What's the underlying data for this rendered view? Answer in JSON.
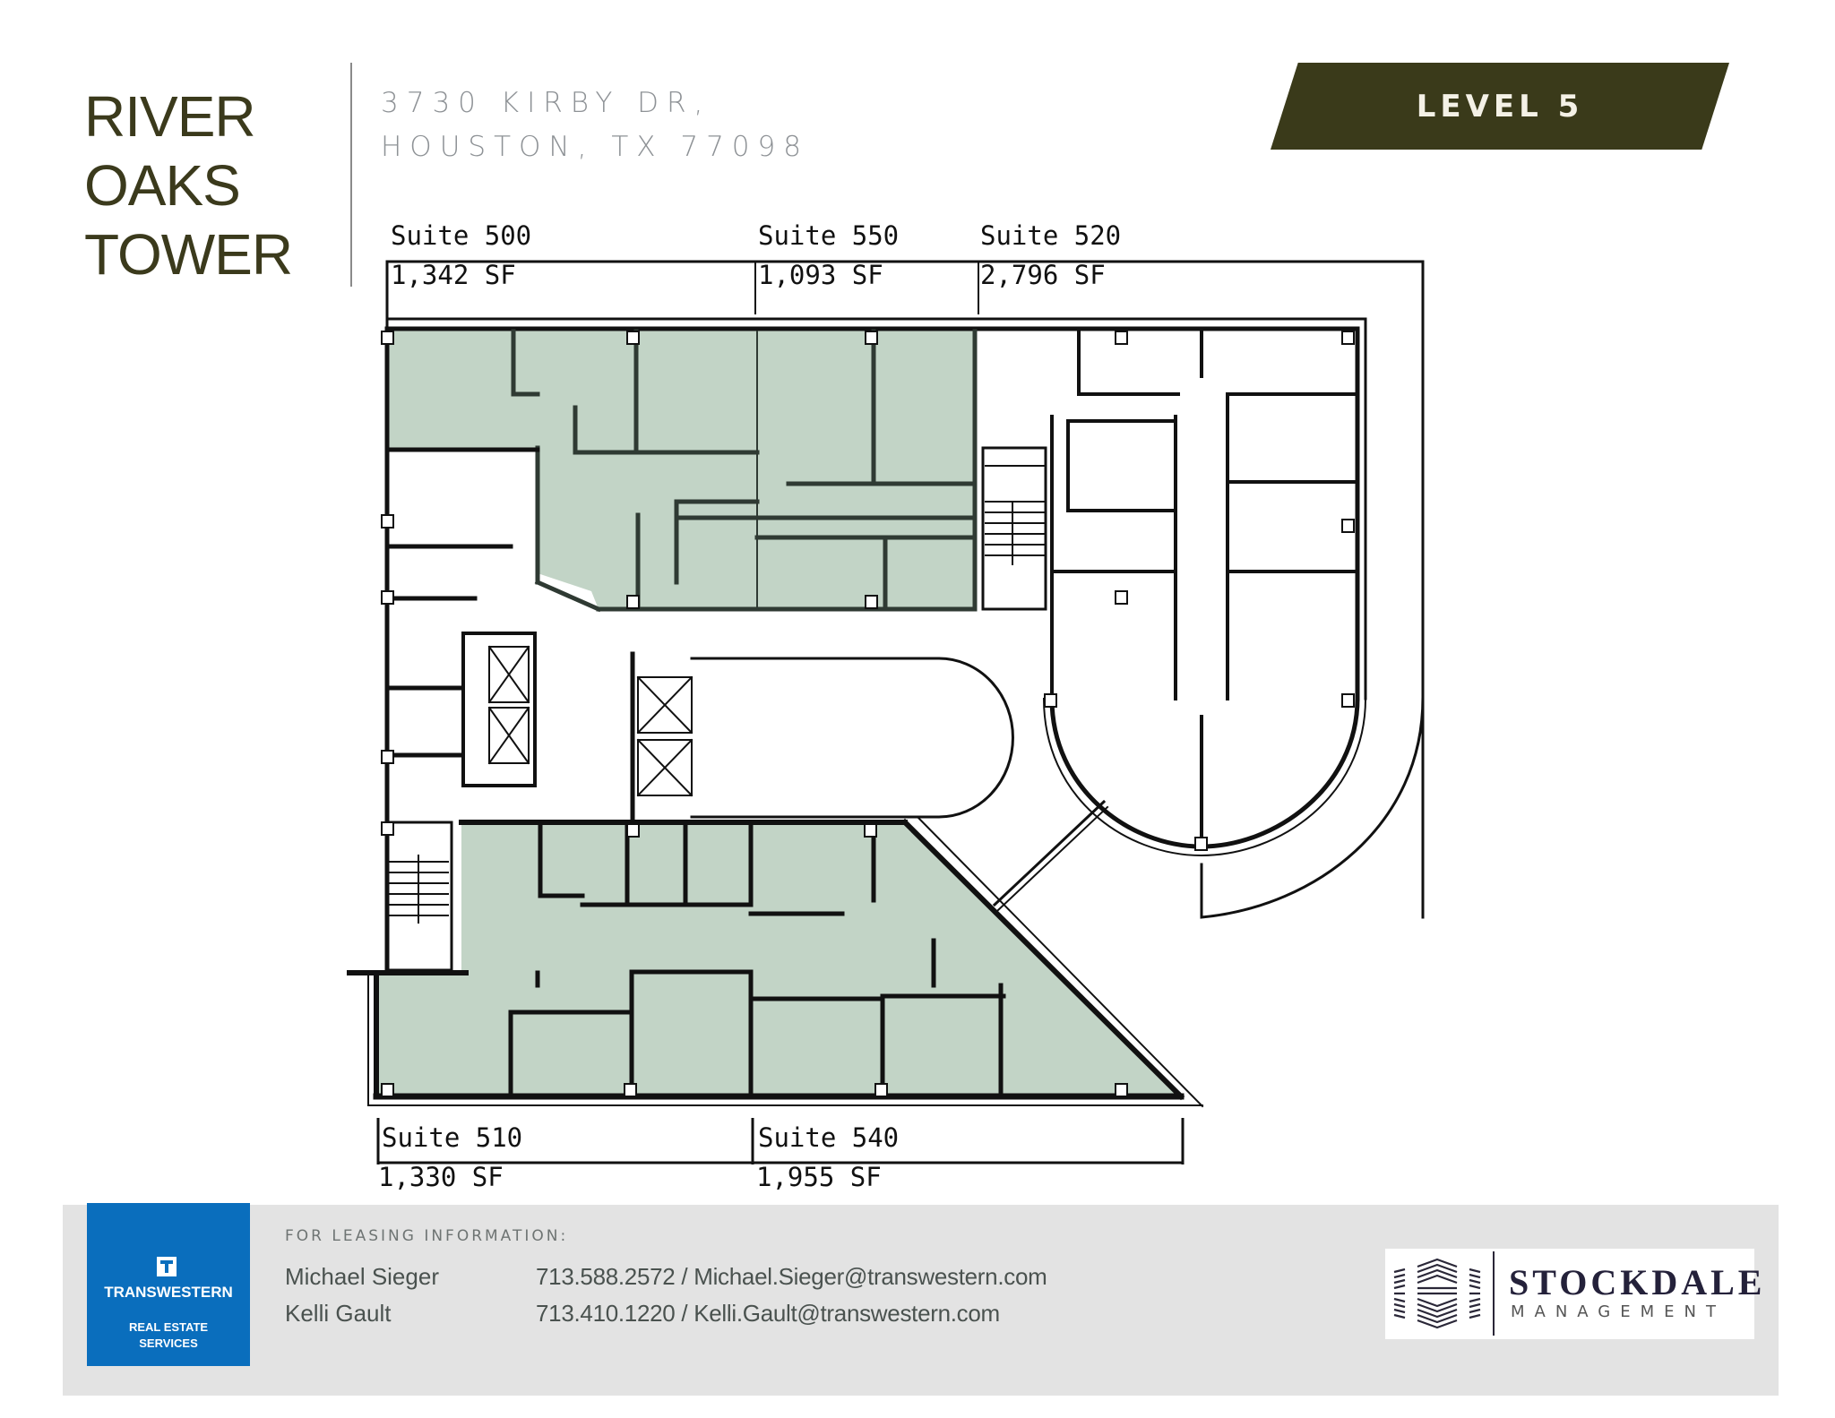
{
  "header": {
    "title_lines": [
      "RIVER",
      "OAKS",
      "TOWER"
    ],
    "address_lines": [
      "3730 KIRBY DR,",
      "HOUSTON, TX 77098"
    ],
    "level_label": "LEVEL 5"
  },
  "colors": {
    "brand_dark_olive": "#3a3a1a",
    "available_suite_fill": "#c2d4c6",
    "transwestern_blue": "#0a6ebd",
    "footer_bg": "#e3e3e3",
    "wall": "#111111"
  },
  "suites": [
    {
      "name": "Suite 500",
      "area": "1,342 SF",
      "position": "top",
      "shaded": true
    },
    {
      "name": "Suite 550",
      "area": "1,093 SF",
      "position": "top",
      "shaded": true
    },
    {
      "name": "Suite 520",
      "area": "2,796 SF",
      "position": "top",
      "shaded": false
    },
    {
      "name": "Suite 510",
      "area": "1,330 SF",
      "position": "bottom",
      "shaded": true
    },
    {
      "name": "Suite 540",
      "area": "1,955 SF",
      "position": "bottom",
      "shaded": true
    }
  ],
  "footer": {
    "leasing_heading": "FOR LEASING INFORMATION:",
    "contacts": [
      {
        "name": "Michael  Sieger",
        "info": "713.588.2572 / Michael.Sieger@transwestern.com"
      },
      {
        "name": "Kelli Gault",
        "info": "713.410.1220 / Kelli.Gault@transwestern.com"
      }
    ],
    "broker_logo": {
      "icon": "transwestern-t-icon",
      "name": "TRANSWESTERN",
      "sub_lines": [
        "REAL ESTATE",
        "SERVICES"
      ]
    },
    "manager_logo": {
      "icon": "stockdale-building-icon",
      "name": "STOCKDALE",
      "sub": "MANAGEMENT"
    }
  }
}
